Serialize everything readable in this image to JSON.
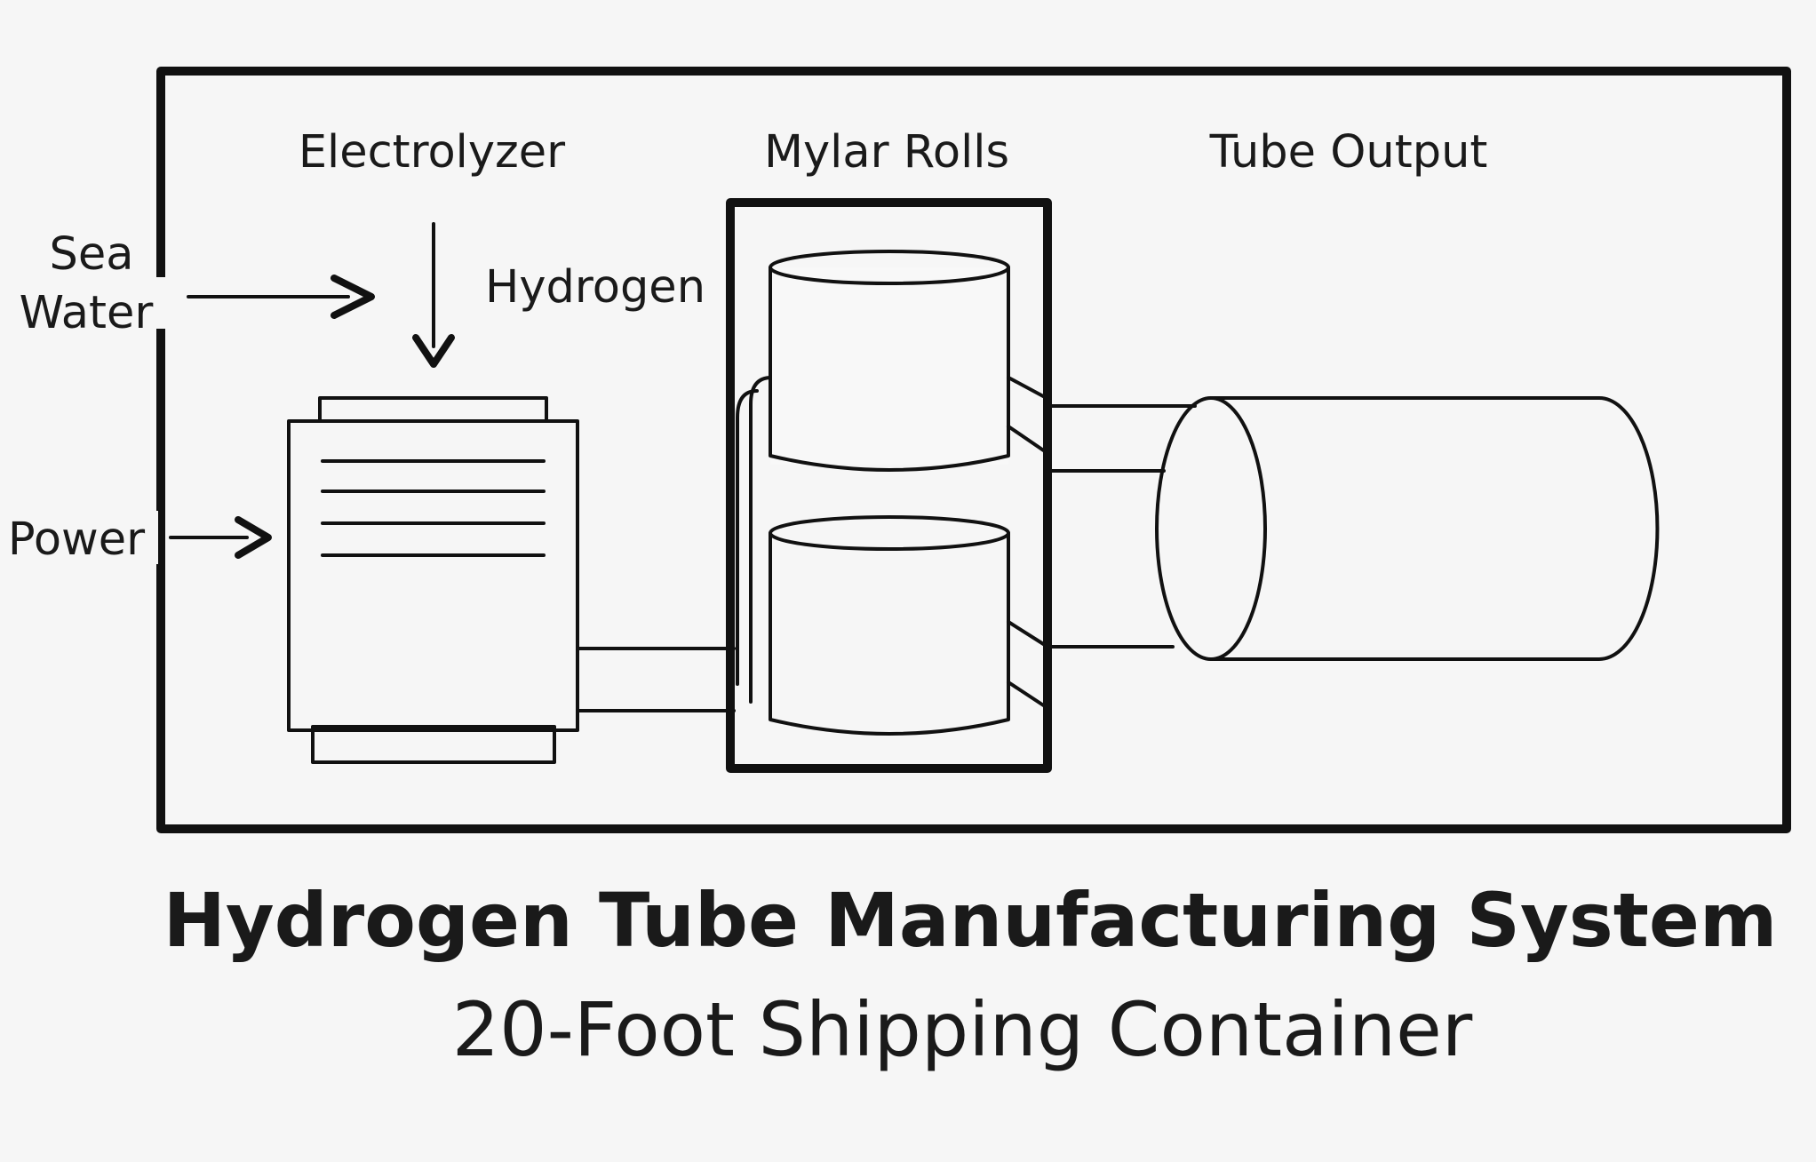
{
  "diagram": {
    "labels": {
      "electrolyzer": "Electrolyzer",
      "mylar_rolls": "Mylar Rolls",
      "tube_output": "Tube Output",
      "sea": "Sea",
      "water": "Water",
      "hydrogen": "Hydrogen",
      "power": "Power"
    },
    "title": "Hydrogen Tube Manufacturing System",
    "subtitle": "20-Foot Shipping Container"
  },
  "colors": {
    "background": "#f6f6f6",
    "ink": "#111111",
    "fill": "#f8f8f8"
  }
}
